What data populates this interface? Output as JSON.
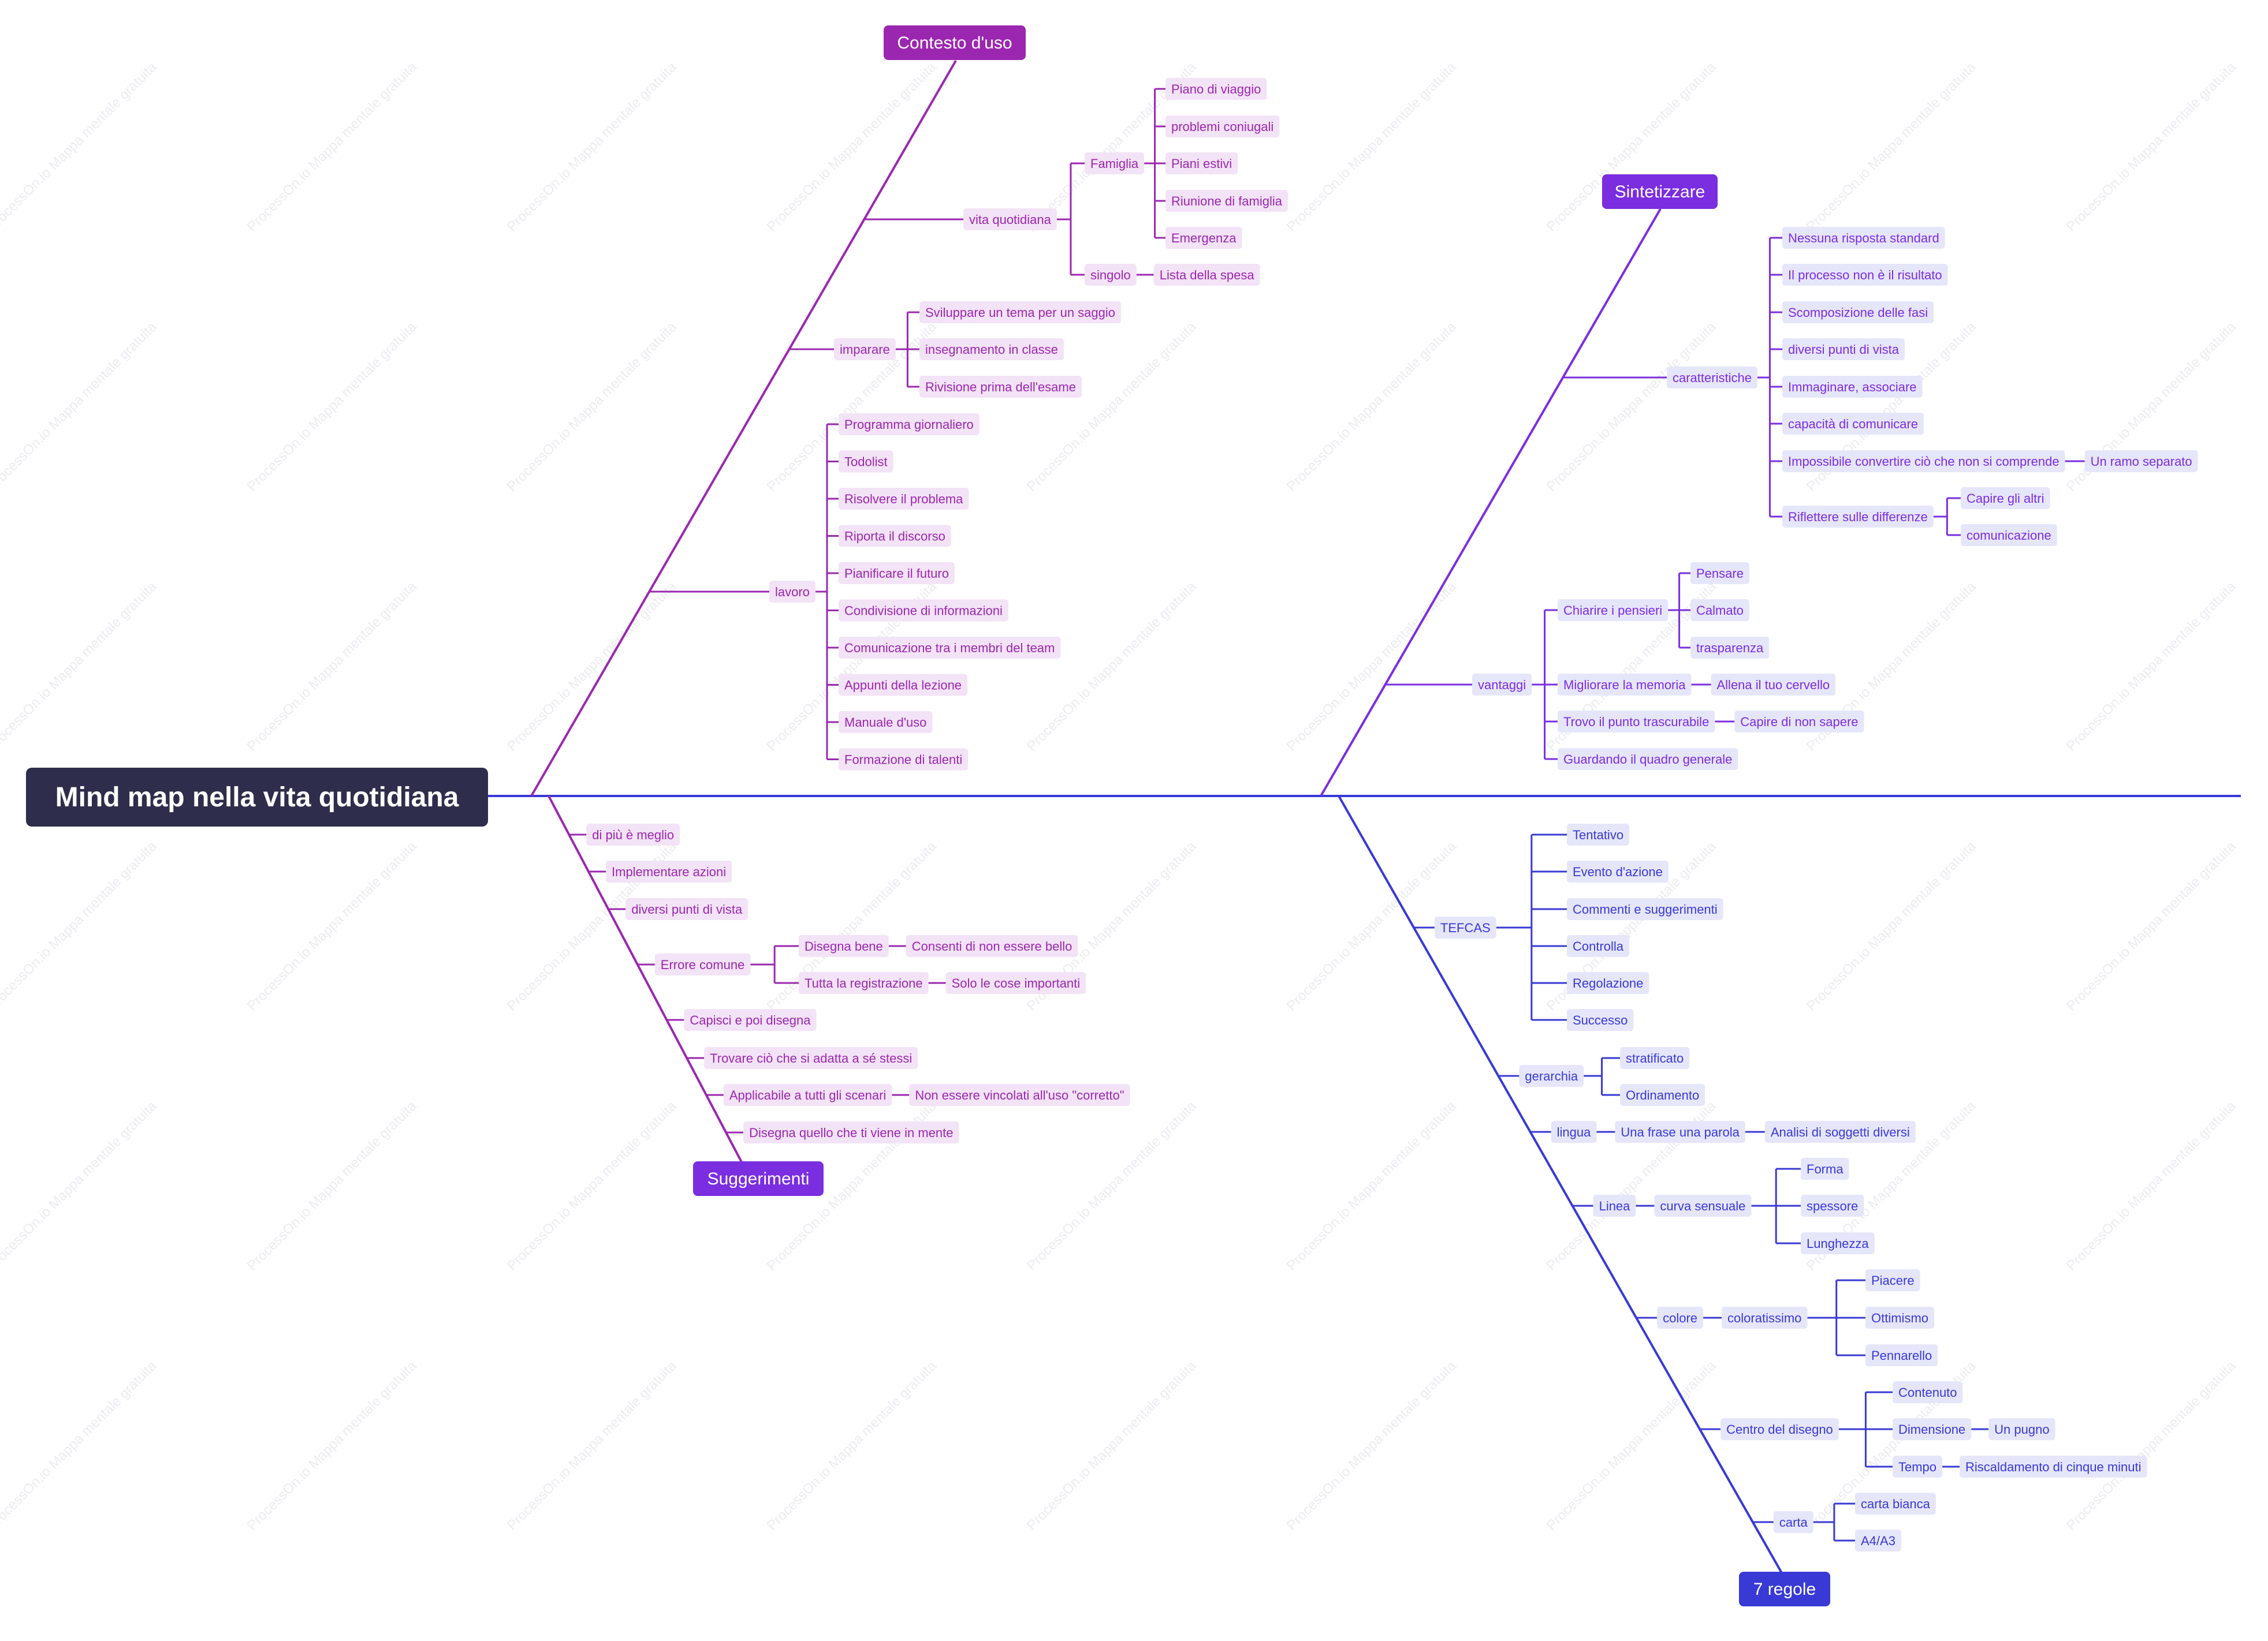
{
  "root": {
    "label": "Mind map nella vita quotidiana"
  },
  "watermark": "ProcessOn.io Mappa mentale gratuita",
  "colors": {
    "root_bg": "#2e2d4b",
    "purple": "#9b27b0",
    "violet": "#7b2de0",
    "blue": "#3939d6",
    "node_purple_bg": "#f3e3f6",
    "node_blue_bg": "#e6e6fa"
  },
  "branches": [
    {
      "id": "contesto",
      "label": "Contesto d'uso",
      "color_key": "purple",
      "children": [
        {
          "label": "vita quotidiana",
          "children": [
            {
              "label": "Famiglia",
              "children": [
                {
                  "label": "Piano di viaggio"
                },
                {
                  "label": "problemi coniugali"
                },
                {
                  "label": "Piani estivi"
                },
                {
                  "label": "Riunione di famiglia"
                },
                {
                  "label": "Emergenza"
                }
              ]
            },
            {
              "label": "singolo",
              "children": [
                {
                  "label": "Lista della spesa"
                }
              ]
            }
          ]
        },
        {
          "label": "imparare",
          "children": [
            {
              "label": "Sviluppare un tema per un saggio"
            },
            {
              "label": "insegnamento in classe"
            },
            {
              "label": "Rivisione prima dell'esame"
            }
          ]
        },
        {
          "label": "lavoro",
          "children": [
            {
              "label": "Programma giornaliero"
            },
            {
              "label": "Todolist"
            },
            {
              "label": "Risolvere il problema"
            },
            {
              "label": "Riporta il discorso"
            },
            {
              "label": "Pianificare il futuro"
            },
            {
              "label": "Condivisione di informazioni"
            },
            {
              "label": "Comunicazione tra i membri del team"
            },
            {
              "label": "Appunti della lezione"
            },
            {
              "label": "Manuale d'uso"
            },
            {
              "label": "Formazione di talenti"
            }
          ]
        }
      ]
    },
    {
      "id": "suggerimenti",
      "label": "Suggerimenti",
      "color_key": "purple",
      "children": [
        {
          "label": "di più è meglio"
        },
        {
          "label": "Implementare azioni"
        },
        {
          "label": "diversi punti di vista"
        },
        {
          "label": "Errore comune",
          "children": [
            {
              "label": "Disegna bene",
              "children": [
                {
                  "label": "Consenti di non essere bello"
                }
              ]
            },
            {
              "label": "Tutta la registrazione",
              "children": [
                {
                  "label": "Solo le cose importanti"
                }
              ]
            }
          ]
        },
        {
          "label": "Capisci e poi disegna"
        },
        {
          "label": "Trovare ciò che si adatta a sé stessi"
        },
        {
          "label": "Applicabile a tutti gli scenari",
          "children": [
            {
              "label": "Non essere vincolati all'uso \"corretto\""
            }
          ]
        },
        {
          "label": "Disegna quello che ti viene in mente"
        }
      ]
    },
    {
      "id": "sintetizzare",
      "label": "Sintetizzare",
      "color_key": "violet",
      "children": [
        {
          "label": "caratteristiche",
          "children": [
            {
              "label": "Nessuna risposta standard"
            },
            {
              "label": "Il processo non è il risultato"
            },
            {
              "label": "Scomposizione delle fasi"
            },
            {
              "label": "diversi punti di vista"
            },
            {
              "label": "Immaginare, associare"
            },
            {
              "label": "capacità di comunicare"
            },
            {
              "label": "Impossibile convertire ciò che non si comprende",
              "children": [
                {
                  "label": "Un ramo separato"
                }
              ]
            },
            {
              "label": "Riflettere sulle differenze",
              "children": [
                {
                  "label": "Capire gli altri"
                },
                {
                  "label": "comunicazione"
                }
              ]
            }
          ]
        },
        {
          "label": "vantaggi",
          "children": [
            {
              "label": "Chiarire i pensieri",
              "children": [
                {
                  "label": "Pensare"
                },
                {
                  "label": "Calmato"
                },
                {
                  "label": "trasparenza"
                }
              ]
            },
            {
              "label": "Migliorare la memoria",
              "children": [
                {
                  "label": "Allena il tuo cervello"
                }
              ]
            },
            {
              "label": "Trovo il punto trascurabile",
              "children": [
                {
                  "label": "Capire di non sapere"
                }
              ]
            },
            {
              "label": "Guardando il quadro generale"
            }
          ]
        }
      ]
    },
    {
      "id": "regole",
      "label": "7 regole",
      "color_key": "blue",
      "children": [
        {
          "label": "TEFCAS",
          "children": [
            {
              "label": "Tentativo"
            },
            {
              "label": "Evento d'azione"
            },
            {
              "label": "Commenti e suggerimenti"
            },
            {
              "label": "Controlla"
            },
            {
              "label": "Regolazione"
            },
            {
              "label": "Successo"
            }
          ]
        },
        {
          "label": "gerarchia",
          "children": [
            {
              "label": "stratificato"
            },
            {
              "label": "Ordinamento"
            }
          ]
        },
        {
          "label": "lingua",
          "children": [
            {
              "label": "Una frase una parola",
              "children": [
                {
                  "label": "Analisi di soggetti diversi"
                }
              ]
            }
          ]
        },
        {
          "label": "Linea",
          "children": [
            {
              "label": "curva sensuale",
              "children": [
                {
                  "label": "Forma"
                },
                {
                  "label": "spessore"
                },
                {
                  "label": "Lunghezza"
                }
              ]
            }
          ]
        },
        {
          "label": "colore",
          "children": [
            {
              "label": "coloratissimo",
              "children": [
                {
                  "label": "Piacere"
                },
                {
                  "label": "Ottimismo"
                },
                {
                  "label": "Pennarello"
                }
              ]
            }
          ]
        },
        {
          "label": "Centro del disegno",
          "children": [
            {
              "label": "Contenuto"
            },
            {
              "label": "Dimensione",
              "children": [
                {
                  "label": "Un pugno"
                }
              ]
            },
            {
              "label": "Tempo",
              "children": [
                {
                  "label": "Riscaldamento di cinque minuti"
                }
              ]
            }
          ]
        },
        {
          "label": "carta",
          "children": [
            {
              "label": "carta bianca"
            },
            {
              "label": "A4/A3"
            }
          ]
        }
      ]
    }
  ]
}
